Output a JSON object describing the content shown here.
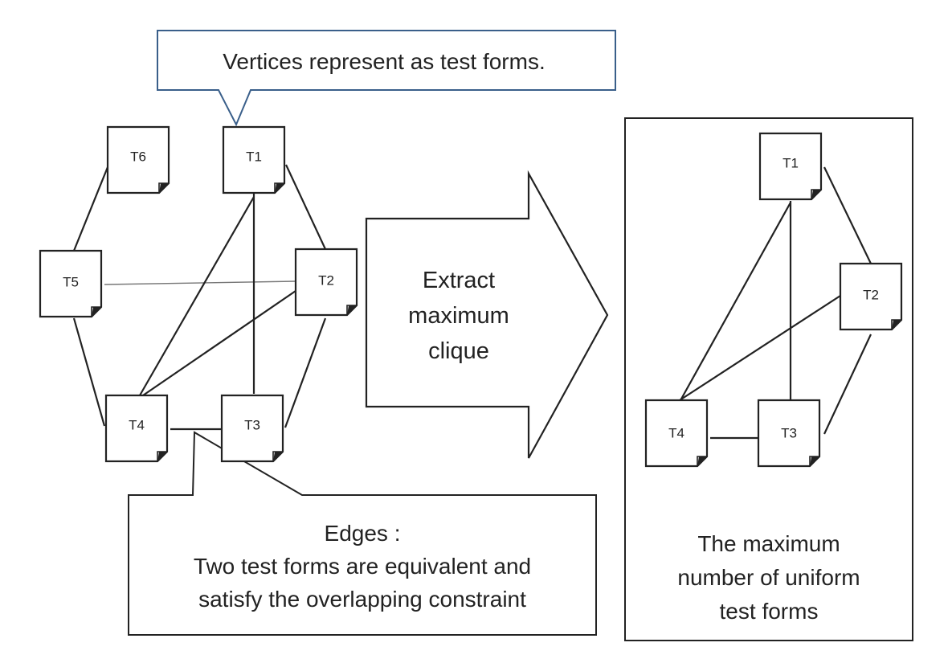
{
  "callouts": {
    "vertices": "Vertices represent as test forms.",
    "edges_title": "Edges :",
    "edges_line1": "Two test forms are equivalent and",
    "edges_line2": "satisfy the overlapping constraint"
  },
  "arrow": {
    "line1": "Extract",
    "line2": "maximum",
    "line3": "clique"
  },
  "left_graph": {
    "nodes": [
      "T1",
      "T2",
      "T3",
      "T4",
      "T5",
      "T6"
    ]
  },
  "right_panel": {
    "nodes": [
      "T1",
      "T2",
      "T3",
      "T4"
    ],
    "caption_line1": "The maximum",
    "caption_line2": "number of uniform",
    "caption_line3": "test forms"
  }
}
